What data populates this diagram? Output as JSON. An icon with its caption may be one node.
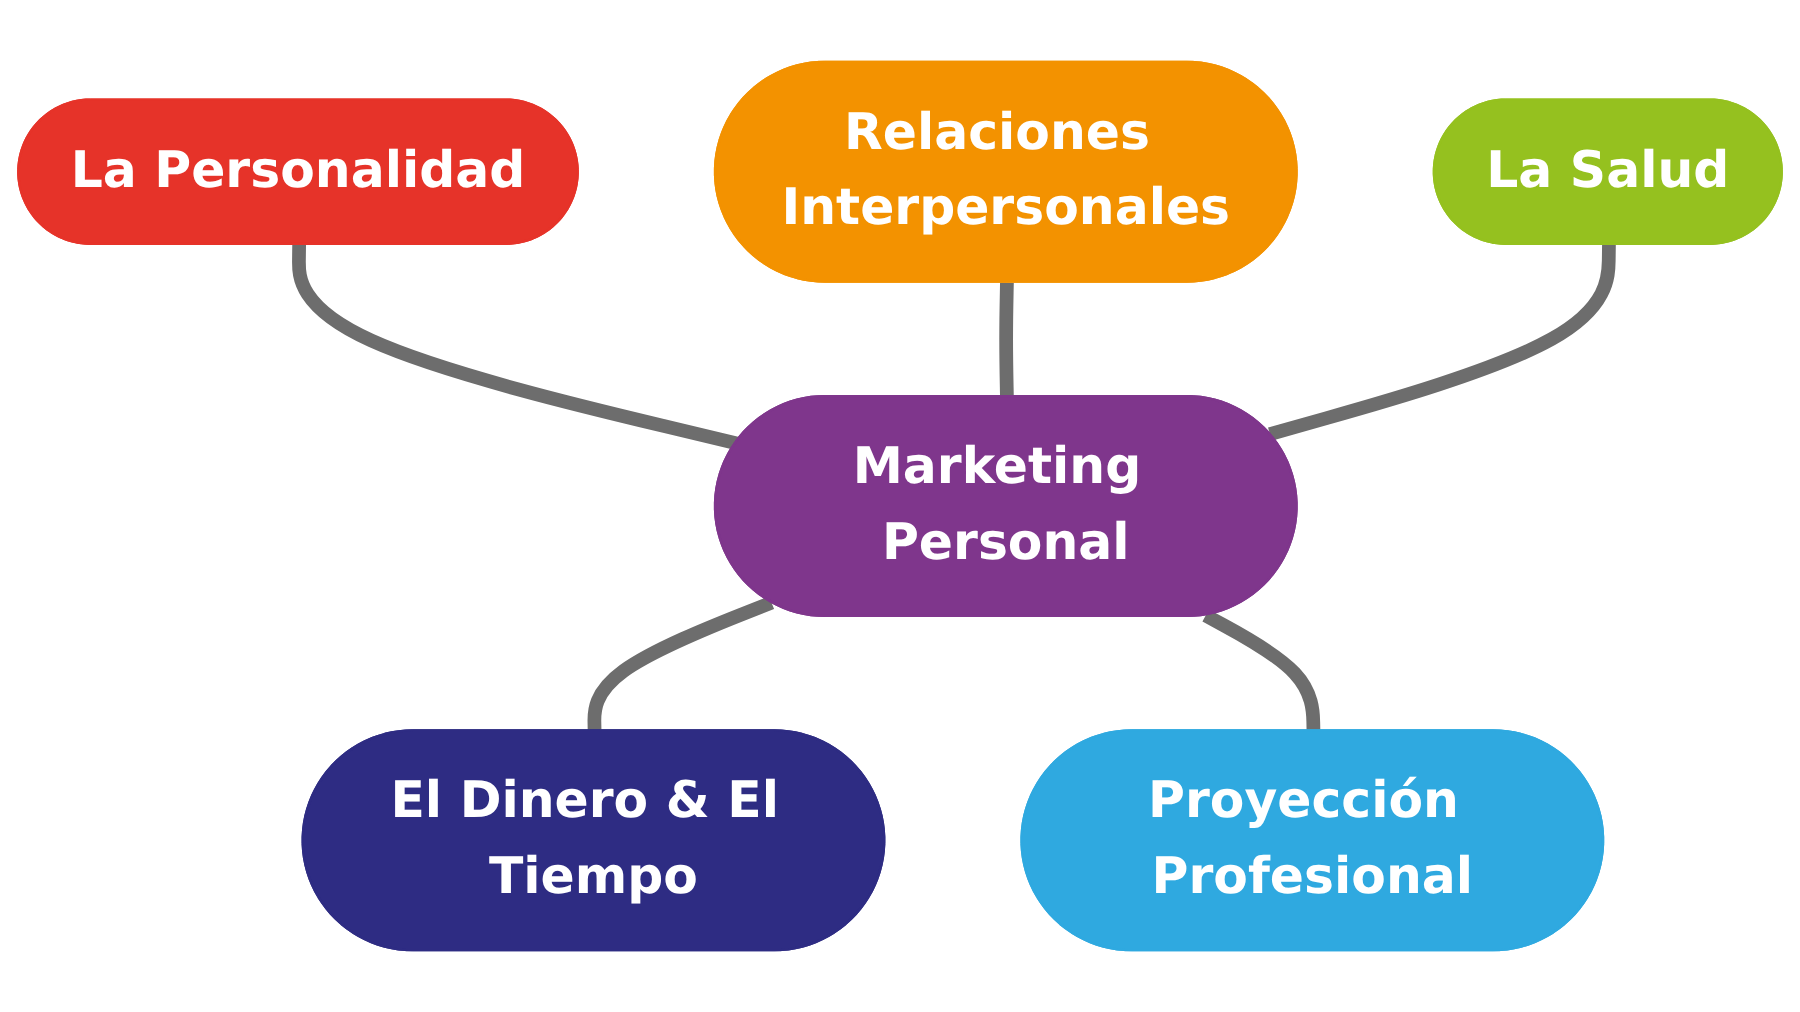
{
  "diagram": {
    "nodes": [
      {
        "text": [
          "La Personalidad"
        ]
      },
      {
        "text": [
          "Relaciones Interpersonales"
        ]
      },
      {
        "text": [
          "La Salud"
        ]
      },
      {
        "text": [
          "Marketing Personal"
        ]
      },
      {
        "text": [
          "El Dinero & El Tiempo"
        ]
      },
      {
        "text": [
          "Proyección Profesional"
        ]
      }
    ],
    "edges": [
      {
        "from": 0,
        "to": 3,
        "arrow": "none"
      },
      {
        "from": 1,
        "to": 3,
        "arrow": "none"
      },
      {
        "from": 2,
        "to": 3,
        "arrow": "none"
      },
      {
        "from": 3,
        "to": 4,
        "arrow": "none"
      },
      {
        "from": 3,
        "to": 5,
        "arrow": "none"
      }
    ]
  }
}
